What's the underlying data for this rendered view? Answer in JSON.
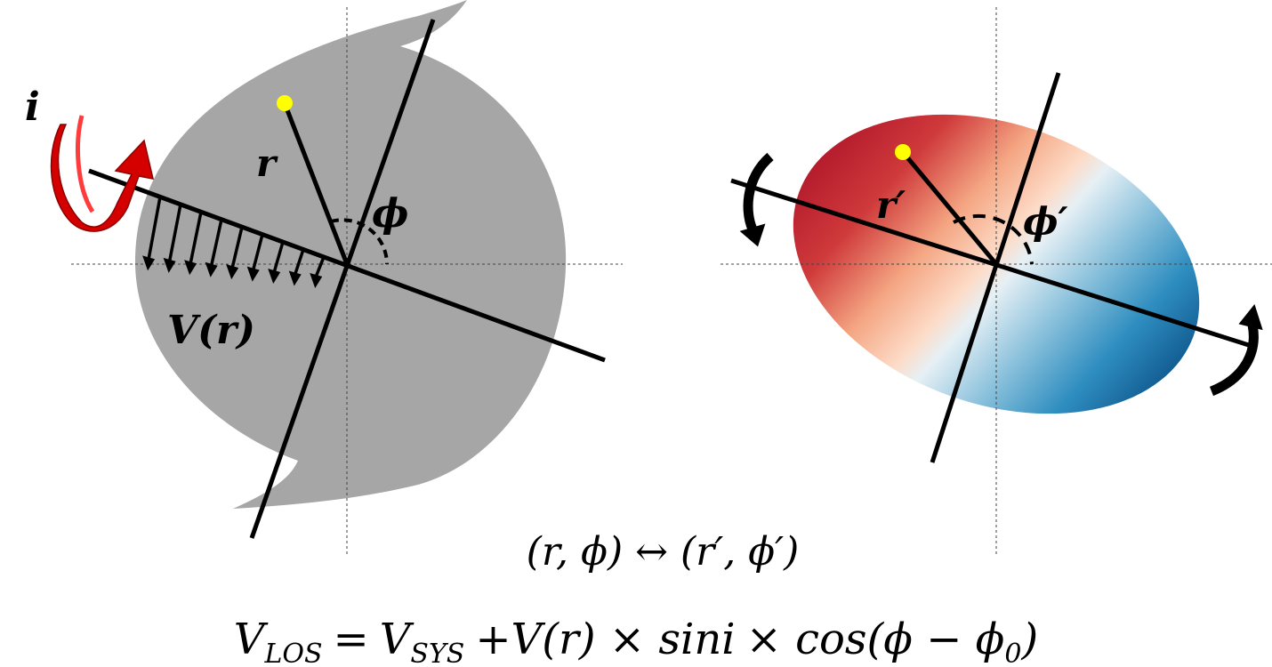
{
  "labels": {
    "inclination": "i",
    "radius": "r",
    "azimuth": "ϕ",
    "velocity_open": "V(",
    "velocity_r": "r",
    "velocity_close": ")",
    "radius_prime": "r′",
    "azimuth_prime": "ϕ′"
  },
  "mapping": {
    "text": "(r, ϕ) ↔ (r′, ϕ′)"
  },
  "equation": {
    "lhs": "V",
    "lhs_sub": "LOS",
    "equals": "=",
    "v_sys": "V",
    "v_sys_sub": "SYS",
    "plus": "+V(r) × sin",
    "i": "i",
    "times_cos": "× cos(ϕ − ϕ",
    "phi0_sub": "0",
    "close": ")"
  },
  "colors": {
    "disk_gray": "#a6a6a6",
    "marker_yellow": "#ffff00",
    "arrow_red": "#e00000",
    "receding_red": "#b2182b",
    "approaching_blue": "#0b5f97"
  }
}
